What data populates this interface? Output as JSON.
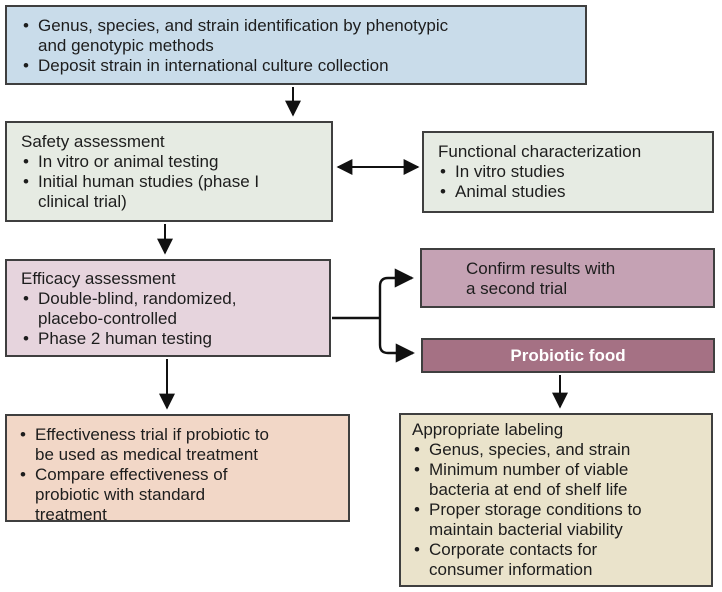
{
  "colors": {
    "identification": "#c9dcea",
    "safety": "#e6ebe3",
    "functional": "#e6ebe3",
    "efficacy": "#e6d4dd",
    "confirm": "#c5a2b4",
    "probiotic": "#a57184",
    "probiotic_text": "#ffffff",
    "effectiveness": "#f2d7c7",
    "labeling": "#eae3cb",
    "arrow": "#111111"
  },
  "boxes": {
    "identification": {
      "bullets": [
        "Genus, species, and strain identification by phenotypic\nand genotypic methods",
        "Deposit strain in international culture collection"
      ]
    },
    "safety": {
      "title": "Safety assessment",
      "bullets": [
        "In vitro or animal testing",
        "Initial human studies (phase I\nclinical trial)"
      ]
    },
    "functional": {
      "title": "Functional characterization",
      "bullets": [
        "In vitro studies",
        "Animal studies"
      ]
    },
    "efficacy": {
      "title": "Efficacy assessment",
      "bullets": [
        "Double-blind, randomized,\nplacebo-controlled",
        "Phase 2 human testing"
      ]
    },
    "confirm": {
      "text": "Confirm results with\na second trial"
    },
    "probiotic": {
      "text": "Probiotic food"
    },
    "effectiveness": {
      "bullets": [
        "Effectiveness trial if probiotic to\nbe used as medical treatment",
        "Compare effectiveness of\nprobiotic with standard\ntreatment"
      ]
    },
    "labeling": {
      "title": "Appropriate labeling",
      "bullets": [
        "Genus, species, and strain",
        "Minimum number of viable\nbacteria at end of shelf life",
        "Proper storage conditions to\nmaintain bacterial viability",
        "Corporate contacts for\nconsumer information"
      ]
    }
  }
}
